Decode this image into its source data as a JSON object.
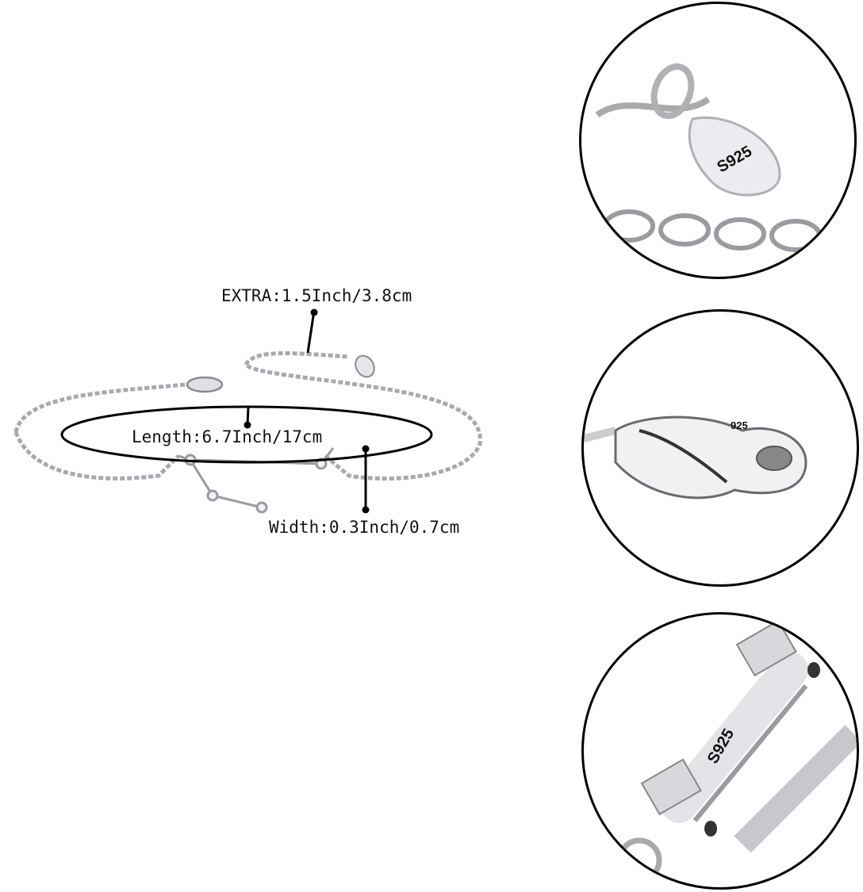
{
  "main_product": {
    "description": "Constellation chain bracelet with lobster clasp and extender tag",
    "annotations": {
      "extra": "EXTRA:1.5Inch/3.8cm",
      "length": "Length:6.7Inch/17cm",
      "width": "Width:0.3Inch/0.7cm"
    },
    "tag_stamp": "S925"
  },
  "detail_views": [
    {
      "subject": "extender teardrop tag",
      "stamp": "S925"
    },
    {
      "subject": "lobster clasp",
      "stamp": "925"
    },
    {
      "subject": "constellation bar connector",
      "stamp": "S925"
    }
  ],
  "colors": {
    "background": "#ffffff",
    "outline": "#000000",
    "silver": "#c8c8cc",
    "silver_dark": "#8a8a90",
    "text": "#111111"
  }
}
